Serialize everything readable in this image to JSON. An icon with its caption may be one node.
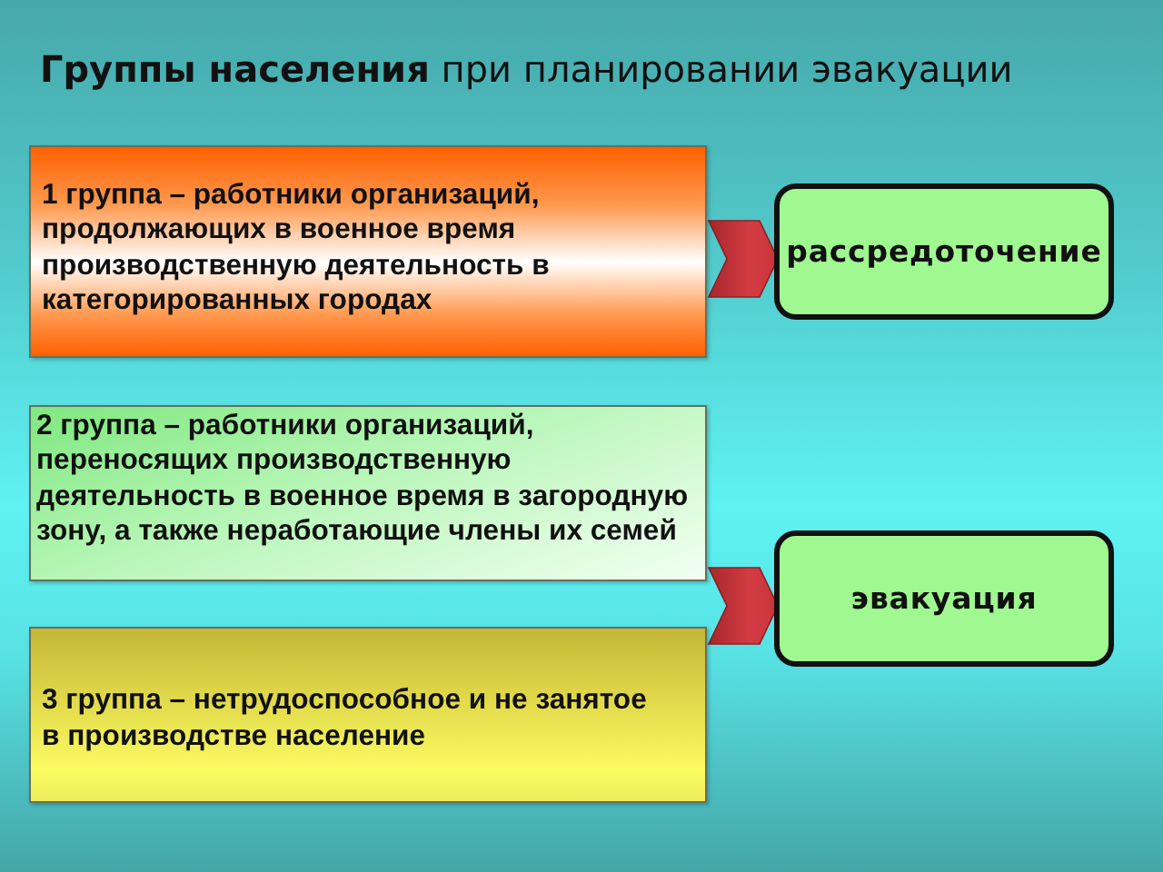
{
  "diagram": {
    "title": "**Группы населения** при планировании эвакуации",
    "nodes": [
      {
        "text": [
          "1 группа – работники организаций, продолжающих в военное время производственную деятельность в категорированных городах"
        ]
      },
      {
        "text": [
          "рассредоточение"
        ]
      },
      {
        "text": [
          "2 группа – работники организаций, переносящих производственную деятельность в военное время в загородную зону, а также неработающие члены их семей"
        ]
      },
      {
        "text": [
          "эвакуация"
        ]
      },
      {
        "text": [
          "3 группа – нетрудоспособное и не занятое в производстве население"
        ]
      }
    ],
    "edges": [
      {
        "from": 0,
        "to": 1,
        "arrow": "to",
        "style": "thick"
      },
      {
        "from": 2,
        "to": 3,
        "arrow": "to",
        "style": "thick"
      },
      {
        "from": 4,
        "to": 3,
        "arrow": "to",
        "style": "thick"
      }
    ]
  }
}
